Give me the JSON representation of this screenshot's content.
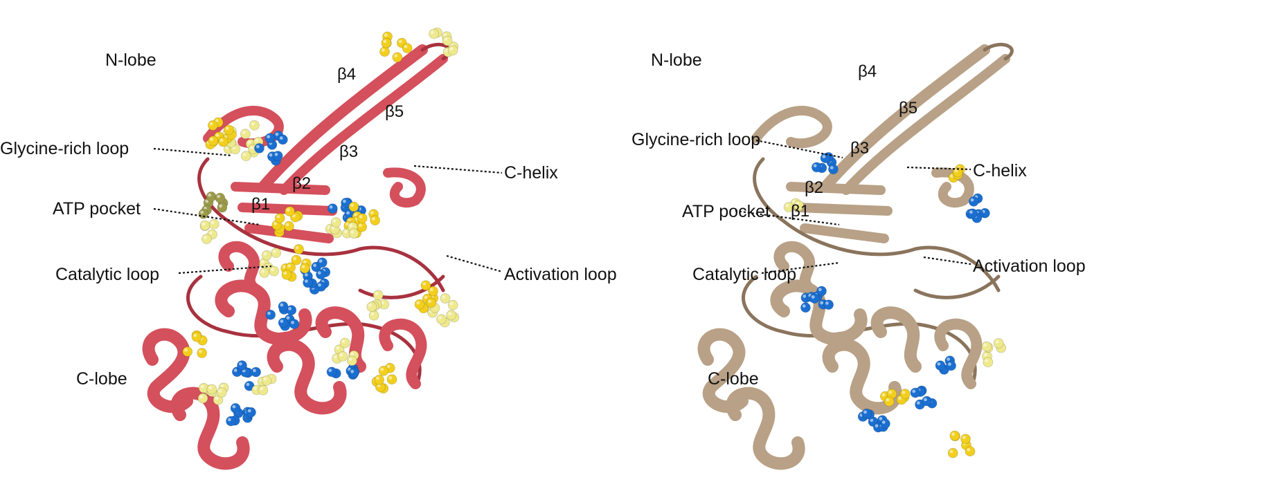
{
  "panels": [
    {
      "id": "left",
      "colors": {
        "ribbon": "#d4505c",
        "ribbon_dark": "#a8323f",
        "atom_yellow": "#f2cf1c",
        "atom_pale": "#eee98d",
        "atom_blue": "#1a6fd1",
        "atom_olive": "#9b9a4a"
      },
      "labels": {
        "n_lobe": "N-lobe",
        "c_lobe": "C-lobe",
        "glycine_rich_loop": "Glycine-rich loop",
        "atp_pocket": "ATP pocket",
        "catalytic_loop": "Catalytic loop",
        "c_helix": "C-helix",
        "activation_loop": "Activation loop",
        "beta1": "β1",
        "beta2": "β2",
        "beta3": "β3",
        "beta4": "β4",
        "beta5": "β5"
      }
    },
    {
      "id": "right",
      "colors": {
        "ribbon": "#b8a186",
        "ribbon_dark": "#8a745c",
        "atom_yellow": "#f2cf1c",
        "atom_pale": "#eee98d",
        "atom_blue": "#1a6fd1",
        "atom_olive": "#9b9a4a"
      },
      "labels": {
        "n_lobe": "N-lobe",
        "c_lobe": "C-lobe",
        "glycine_rich_loop": "Glycine-rich loop",
        "atp_pocket": "ATP pocket",
        "catalytic_loop": "Catalytic loop",
        "c_helix": "C-helix",
        "activation_loop": "Activation loop",
        "beta1": "β1",
        "beta2": "β2",
        "beta3": "β3",
        "beta4": "β4",
        "beta5": "β5"
      }
    }
  ]
}
